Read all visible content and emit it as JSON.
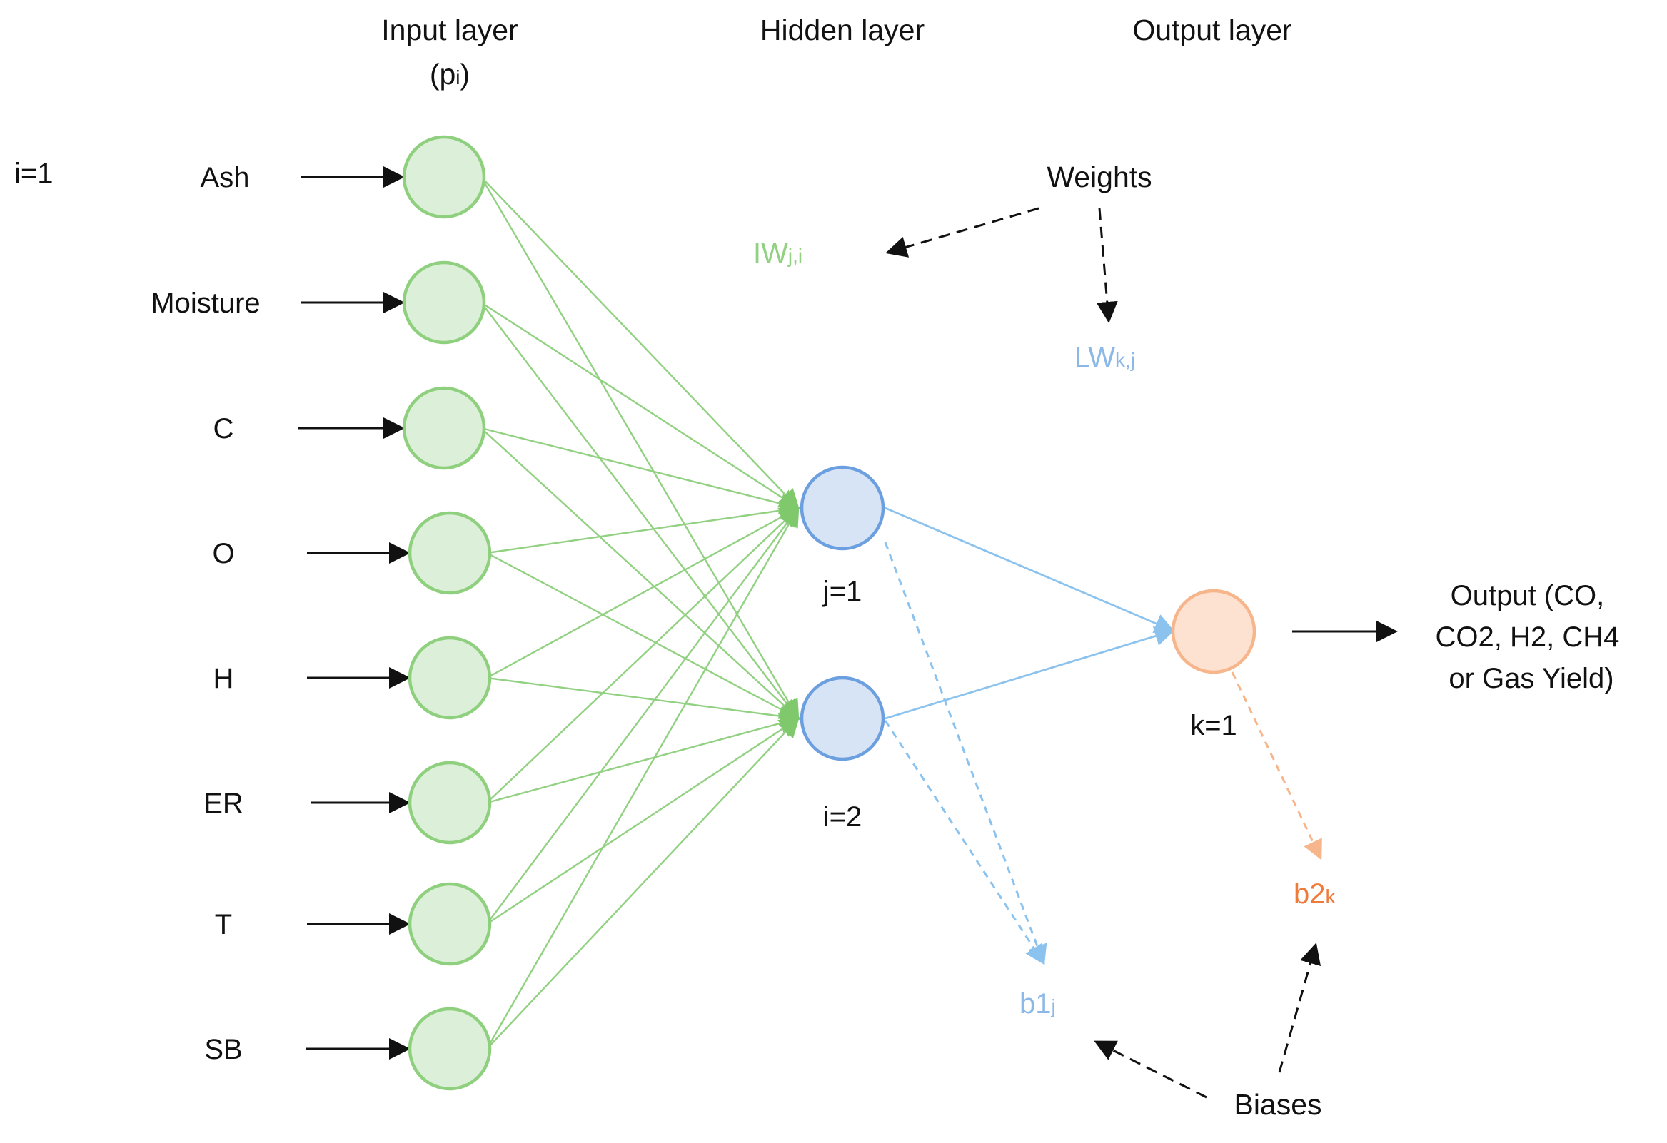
{
  "headers": {
    "input_layer": "Input layer",
    "input_layer_sub_main": "(p",
    "input_layer_sub_index": "i",
    "input_layer_sub_close": ")",
    "hidden_layer": "Hidden layer",
    "output_layer": "Output layer"
  },
  "index_label": "i=1",
  "inputs": [
    "Ash",
    "Moisture",
    "C",
    "O",
    "H",
    "ER",
    "T",
    "SB"
  ],
  "hidden_labels": [
    "j=1",
    "i=2"
  ],
  "output_label": "k=1",
  "output_text": [
    "Output (CO,",
    "CO2, H2, CH4",
    "or Gas Yield)"
  ],
  "weights": {
    "title": "Weights",
    "iw_main": "IW",
    "iw_sub": "j,i",
    "lw_main": "LW",
    "lw_sub": "k,j"
  },
  "biases": {
    "title": "Biases",
    "b1_main": "b1",
    "b1_sub": "j",
    "b2_main": "b2",
    "b2_sub": "k"
  },
  "colors": {
    "input_node_fill": "#dcefd8",
    "input_node_stroke": "#8fd07e",
    "hidden_node_fill": "#d6e4f5",
    "hidden_node_stroke": "#6b9fe0",
    "output_node_fill": "#fde1d1",
    "output_node_stroke": "#f6b58a",
    "iw_text": "#92d182",
    "lw_text": "#8cb8e8",
    "b2_text": "#ef7b3a"
  }
}
